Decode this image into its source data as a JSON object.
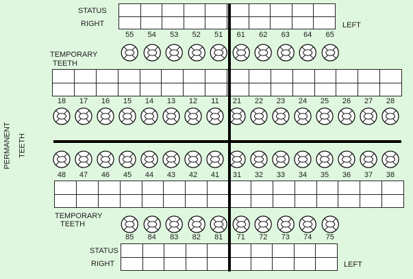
{
  "labels": {
    "status": "STATUS",
    "right": "RIGHT",
    "left": "LEFT",
    "temporary_line1": "TEMPORARY",
    "temporary_line2": "TEETH",
    "permanent_line1": "PERMANENT",
    "permanent_line2": "TEETH"
  },
  "upper_temporary": [
    "55",
    "54",
    "53",
    "52",
    "51",
    "61",
    "62",
    "63",
    "64",
    "65"
  ],
  "upper_permanent": [
    "18",
    "17",
    "16",
    "15",
    "14",
    "13",
    "12",
    "11",
    "21",
    "22",
    "23",
    "24",
    "25",
    "26",
    "27",
    "28"
  ],
  "lower_permanent": [
    "48",
    "47",
    "46",
    "45",
    "44",
    "43",
    "42",
    "41",
    "31",
    "32",
    "33",
    "34",
    "35",
    "36",
    "37",
    "38"
  ],
  "lower_temporary": [
    "85",
    "84",
    "83",
    "82",
    "81",
    "71",
    "72",
    "73",
    "74",
    "75"
  ],
  "colors": {
    "background": "#dff7df",
    "lines": "#000000",
    "cells": "#ffffff"
  }
}
